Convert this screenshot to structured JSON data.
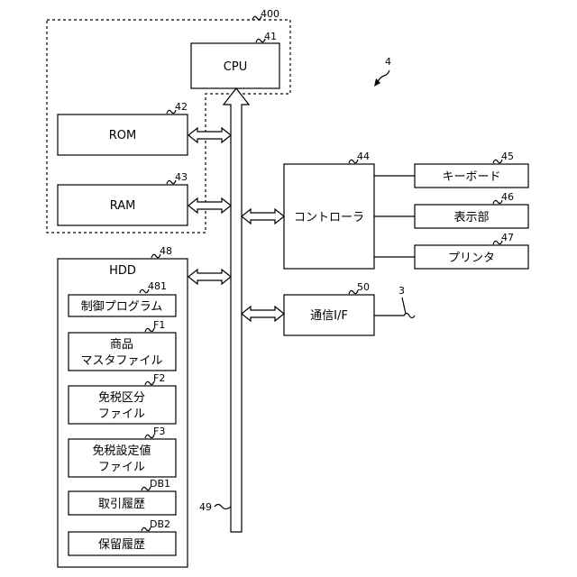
{
  "refs": {
    "device": "4",
    "group": "400",
    "cpu": "41",
    "rom": "42",
    "ram": "43",
    "controller": "44",
    "keyboard": "45",
    "display": "46",
    "printer": "47",
    "hdd": "48",
    "bus": "49",
    "comm": "50",
    "network": "3",
    "program": "481",
    "f1": "F1",
    "f2": "F2",
    "f3": "F3",
    "db1": "DB1",
    "db2": "DB2"
  },
  "labels": {
    "cpu": "CPU",
    "rom": "ROM",
    "ram": "RAM",
    "controller": "コントローラ",
    "keyboard": "キーボード",
    "display": "表示部",
    "printer": "プリンタ",
    "comm": "通信I/F",
    "hdd": "HDD",
    "program": "制御プログラム",
    "f1_line1": "商品",
    "f1_line2": "マスタファイル",
    "f2_line1": "免税区分",
    "f2_line2": "ファイル",
    "f3_line1": "免税設定値",
    "f3_line2": "ファイル",
    "db1": "取引履歴",
    "db2": "保留履歴"
  }
}
